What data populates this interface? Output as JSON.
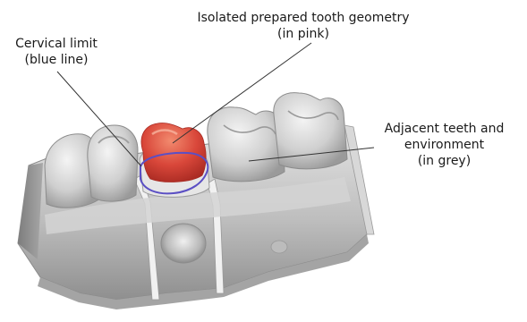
{
  "labels": {
    "tooth": {
      "line1": "Isolated prepared tooth geometry",
      "line2": "(in pink)"
    },
    "cervical": {
      "line1": "Cervical limit",
      "line2": "(blue line)"
    },
    "adjacent": {
      "line1": "Adjacent teeth and",
      "line2": "environment",
      "line3": "(in grey)"
    }
  },
  "colors": {
    "prepared_tooth": "#d9473a",
    "cervical_line": "#5b4fc4",
    "model_grey": "#c9c9c9",
    "leader_line": "#333333"
  }
}
